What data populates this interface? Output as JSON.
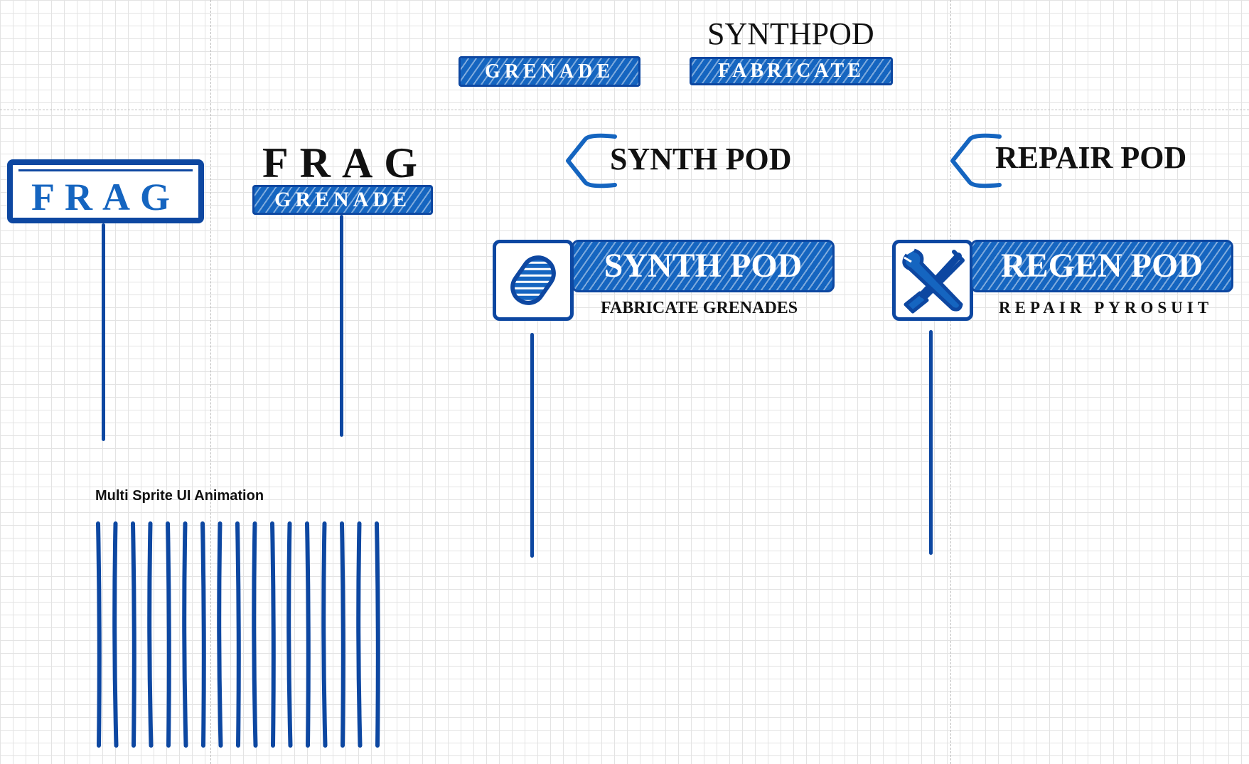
{
  "canvas": {
    "top_title": "SYNTHPOD",
    "top_grenade": "GRENADE",
    "top_fabricate": "FABRICATE"
  },
  "frag_sign": {
    "label": "FRAG"
  },
  "frag_grenade": {
    "title": "FRAG",
    "banner": "GRENADE"
  },
  "synth_pod": {
    "heading": "SYNTH POD",
    "banner": "SYNTH POD",
    "subtitle": "FABRICATE GRENADES",
    "icon": "grenade-pill-icon"
  },
  "repair_pod": {
    "heading": "REPAIR POD",
    "banner": "REGEN POD",
    "subtitle": "REPAIR PYROSUIT",
    "icon": "wrench-screwdriver-icon"
  },
  "animation": {
    "label": "Multi Sprite UI Animation"
  },
  "colors": {
    "primary": "#1565c0",
    "dark_blue": "#0d47a1",
    "text": "#111111"
  }
}
